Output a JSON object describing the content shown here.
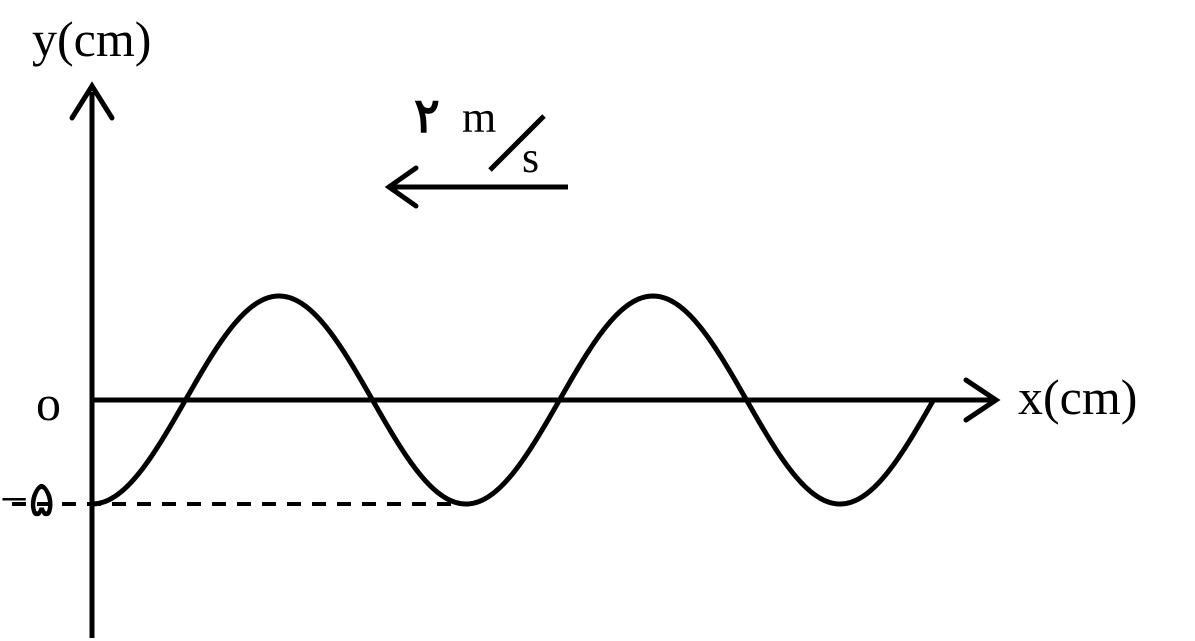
{
  "figure": {
    "y_axis_label": "y(cm)",
    "x_axis_label": "x(cm)",
    "origin_label": "o",
    "amplitude_tick_label": "−۵",
    "speed_value": "۲",
    "speed_unit_numerator": "m",
    "speed_unit_denominator": "s",
    "propagation_direction": "left",
    "wave_cycles_shown": 2.25,
    "initial_phase": "trough",
    "line_color": "#000000",
    "background_color": "#ffffff"
  }
}
